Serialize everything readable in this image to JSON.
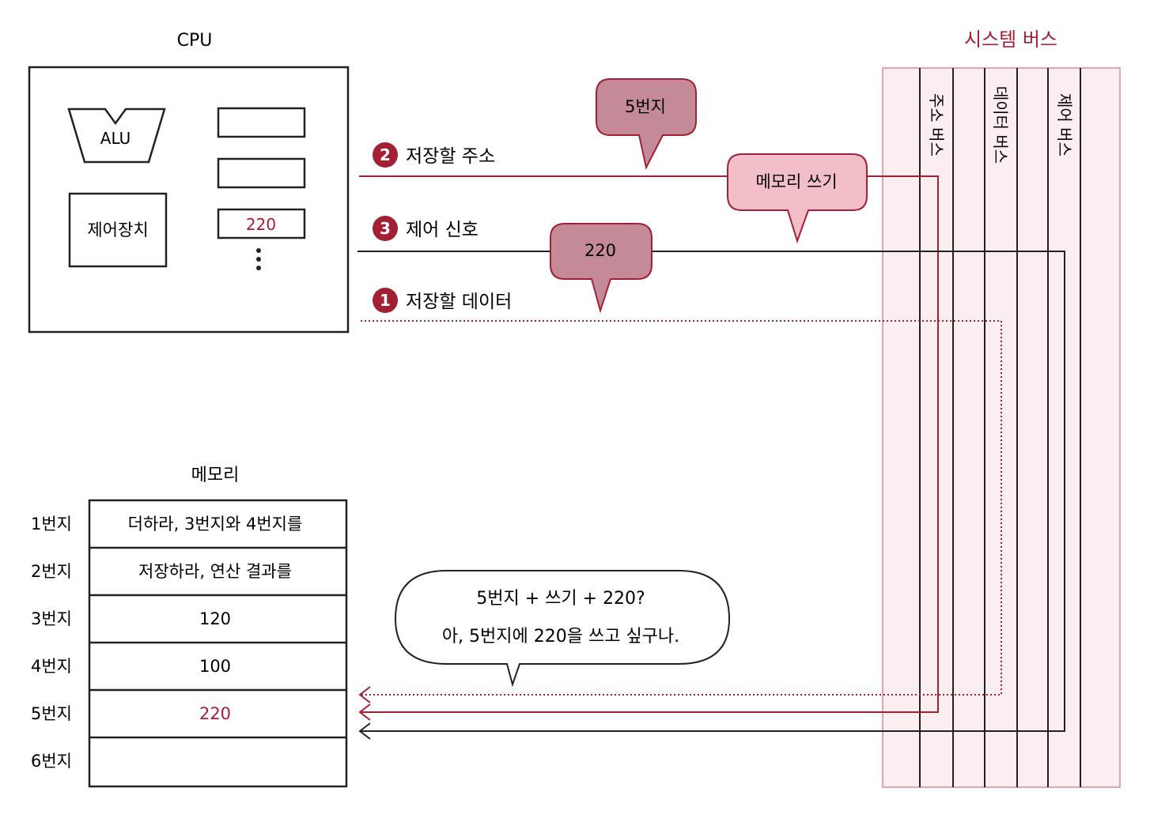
{
  "cpu": {
    "title": "CPU",
    "alu": "ALU",
    "control_unit": "제어장치",
    "registers": [
      "",
      "",
      "220"
    ]
  },
  "system_bus": {
    "title": "시스템 버스",
    "lanes": [
      "주소 버스",
      "데이터 버스",
      "제어 버스"
    ]
  },
  "steps": [
    {
      "number": "2",
      "label": "저장할 주소"
    },
    {
      "number": "3",
      "label": "제어 신호"
    },
    {
      "number": "1",
      "label": "저장할 데이터"
    }
  ],
  "bubbles": {
    "address": "5번지",
    "data": "220",
    "control": "메모리 쓰기"
  },
  "memory": {
    "title": "메모리",
    "rows": [
      {
        "address": "1번지",
        "content": "더하라, 3번지와 4번지를"
      },
      {
        "address": "2번지",
        "content": "저장하라, 연산 결과를"
      },
      {
        "address": "3번지",
        "content": "120"
      },
      {
        "address": "4번지",
        "content": "100"
      },
      {
        "address": "5번지",
        "content": "220"
      },
      {
        "address": "6번지",
        "content": ""
      }
    ]
  },
  "speech": {
    "line1": "5번지 + 쓰기 + 220?",
    "line2": "아, 5번지에 220을 쓰고 싶구나."
  },
  "colors": {
    "accent": "#a31f34",
    "bus_tint": "#fbeef0",
    "bubble_dark": "#c48a98",
    "bubble_light": "#f2bfc9"
  }
}
